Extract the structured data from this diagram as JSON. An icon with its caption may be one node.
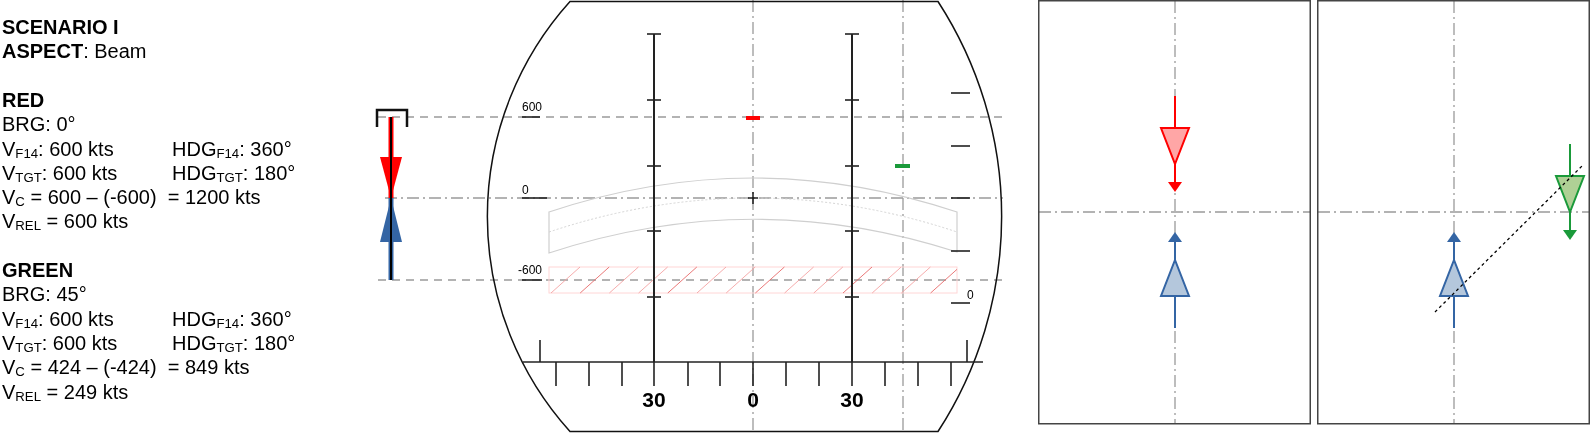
{
  "diagram": {
    "title": "SCENARIO I",
    "labels": [
      "**ASPECT**: Beam",
      "RED",
      "BRG: 0°",
      "V$_{F14}$: 600 kts",
      "HDG$_{F14}$: 360°",
      "V$_{TGT}$: 600 kts",
      "HDG$_{TGT}$: 180°",
      "V$_{C}$ = 600 – (-600)  = 1200 kts",
      "V$_{REL}$ = 600 kts",
      "GREEN",
      "BRG: 45°",
      "V$_{F14}$: 600 kts",
      "HDG$_{F14}$: 360°",
      "V$_{TGT}$: 600 kts",
      "HDG$_{TGT}$: 180°",
      "V$_{C}$ = 424 – (-424)  = 849 kts",
      "V$_{REL}$ = 249 kts",
      "600",
      "0",
      "-600",
      "0",
      "30",
      "0",
      "30"
    ]
  }
}
